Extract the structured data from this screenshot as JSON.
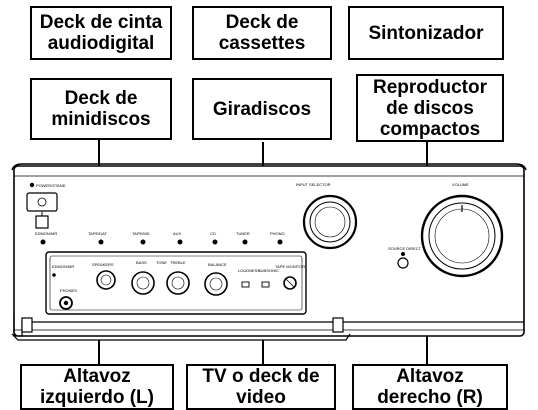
{
  "labels": {
    "cinta_audiodigital": "Deck de cinta\naudiodigital",
    "cassettes": "Deck de\ncassettes",
    "sintonizador": "Sintonizador",
    "minidiscos": "Deck de\nminidiscos",
    "giradiscos": "Giradiscos",
    "compactos": "Reproductor\nde discos\ncompactos",
    "altavoz_l": "Altavoz\nizquierdo (L)",
    "tv_video": "TV o deck de\nvideo",
    "altavoz_r": "Altavoz\nderecho (R)"
  },
  "panel": {
    "power_label": "POWER/STAND",
    "input_selector": "INPUT SELECTOR",
    "volume": "VOLUME",
    "inputs": [
      "EDMON/MR",
      "TAPE/DAT",
      "TAPE/MD",
      "AUX",
      "CD",
      "TUNER",
      "PHONO"
    ],
    "source_direct": "SOURCE DIRECT",
    "controls": [
      "SPEAKERS",
      "BASS",
      "TREBLE",
      "BALANCE",
      "LOUDNESS",
      "SUBSONIC",
      "TAPE MONITOR"
    ],
    "phones": "PHONES"
  }
}
